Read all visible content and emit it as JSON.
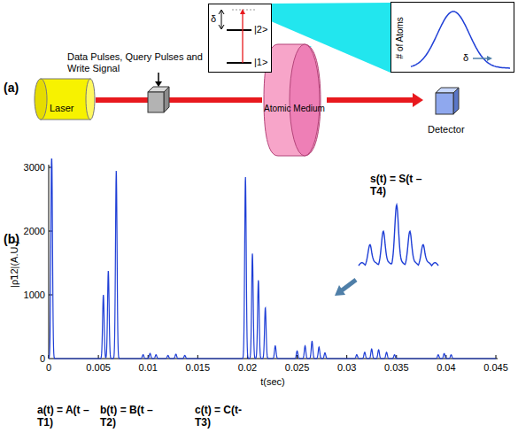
{
  "diagram": {
    "nodes": [
      {
        "text": [
          "Laser"
        ]
      },
      {
        "text": [
          "Atomic Medium"
        ]
      },
      {
        "text": [
          "Detector"
        ]
      },
      {
        "text": [
          "δ",
          "|2>",
          "|1>"
        ]
      },
      {
        "text": [
          "# of Atoms",
          "δ"
        ]
      }
    ],
    "edges": [
      {
        "from": 0,
        "to": 1,
        "arrow": "none"
      },
      {
        "from": 1,
        "to": 2,
        "arrow": "to"
      }
    ],
    "labels": [
      "(a)",
      "Data Pulses, Query Pulses and Write Signal",
      "(b)",
      "|ρ̃12|(A.U.)",
      "3000",
      "2000",
      "1000",
      "0",
      "0",
      "0.005",
      "0.01",
      "0.015",
      "0.02",
      "0.025",
      "0.03",
      "0.035",
      "0.04",
      "0.045",
      "t(sec)",
      "s(t) = S(t – T4)",
      "a(t) = A(t –T1)",
      "b(t) = B(t –T2)",
      "c(t) = C(t- T3)"
    ]
  }
}
